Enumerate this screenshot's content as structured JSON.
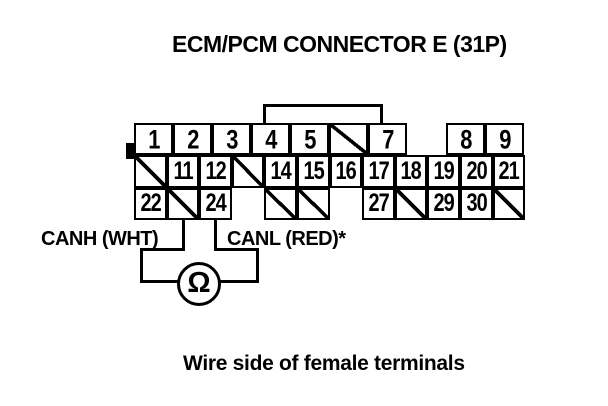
{
  "title": "ECM/PCM CONNECTOR E (31P)",
  "caption": "Wire side of female terminals",
  "connector": {
    "description": "31-pin ECM/PCM connector E pin grid; '/' = unused pin (crossed out), 'gap' = no terminal position",
    "rows": [
      {
        "name": "top",
        "cells": [
          "1",
          "2",
          "3",
          "4",
          "5",
          "/",
          "7",
          "gap",
          "8",
          "9"
        ]
      },
      {
        "name": "middle",
        "cells": [
          "/",
          "11",
          "12",
          "/",
          "14",
          "15",
          "16",
          "17",
          "18",
          "19",
          "20",
          "21"
        ]
      },
      {
        "name": "bottom",
        "cells": [
          "22",
          "/",
          "24",
          "gap",
          "/",
          "/",
          "gap",
          "27",
          "/",
          "29",
          "30",
          "/"
        ]
      }
    ]
  },
  "wires": {
    "canh_label": "CANH (WHT)",
    "canl_label": "CANL (RED)*"
  },
  "meter": {
    "symbol": "Ω",
    "name": "ohmmeter"
  },
  "colors": {
    "line": "#000000",
    "background": "#ffffff"
  }
}
